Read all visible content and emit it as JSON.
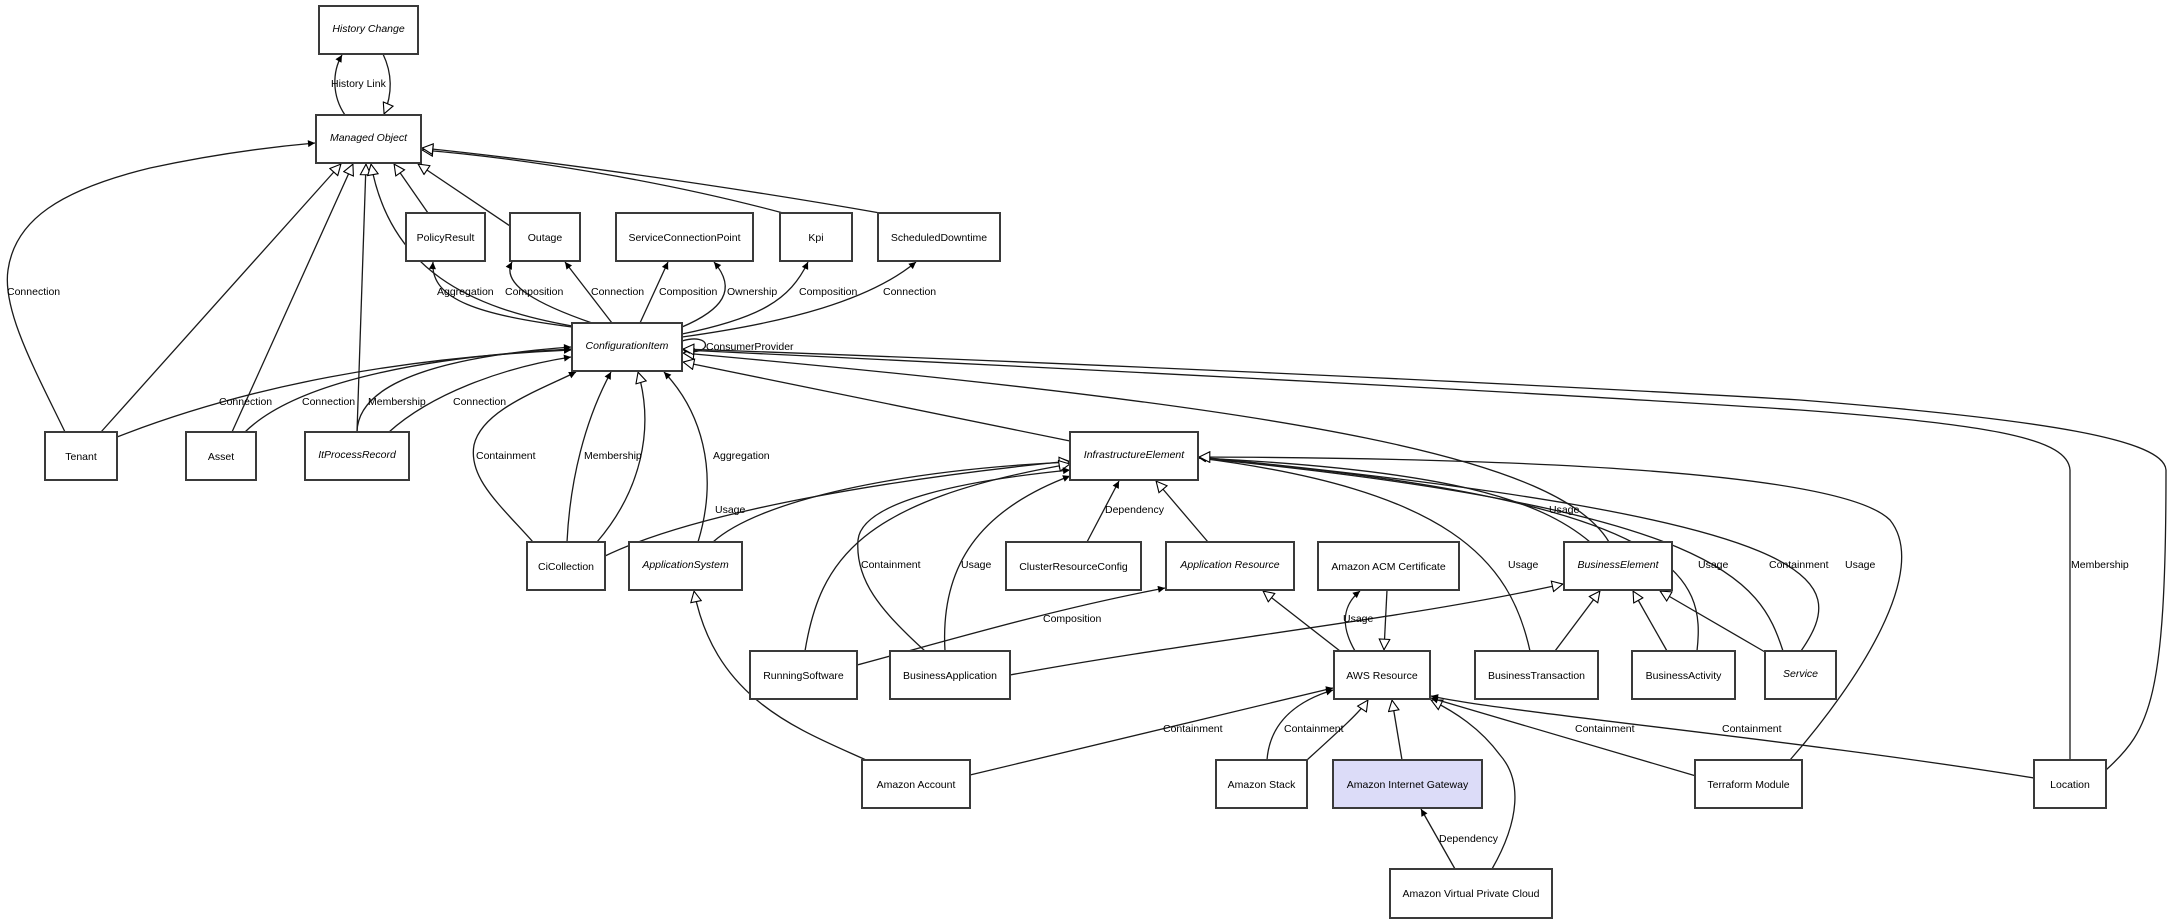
{
  "colors": {
    "node_fill": "#ffffff",
    "selected_fill": "#dcdcf8",
    "stroke": "#3a3a3a"
  },
  "nodes": {
    "history_change": {
      "label": "History Change",
      "abstract": true
    },
    "managed_object": {
      "label": "Managed Object",
      "abstract": true
    },
    "policy_result": {
      "label": "PolicyResult",
      "abstract": false
    },
    "outage": {
      "label": "Outage",
      "abstract": false
    },
    "service_connection_point": {
      "label": "ServiceConnectionPoint",
      "abstract": false
    },
    "kpi": {
      "label": "Kpi",
      "abstract": false
    },
    "scheduled_downtime": {
      "label": "ScheduledDowntime",
      "abstract": false
    },
    "configuration_item": {
      "label": "ConfigurationItem",
      "abstract": true
    },
    "tenant": {
      "label": "Tenant",
      "abstract": false
    },
    "asset": {
      "label": "Asset",
      "abstract": false
    },
    "it_process_record": {
      "label": "ItProcessRecord",
      "abstract": true
    },
    "ci_collection": {
      "label": "CiCollection",
      "abstract": false
    },
    "application_system": {
      "label": "ApplicationSystem",
      "abstract": true
    },
    "infrastructure_element": {
      "label": "InfrastructureElement",
      "abstract": true
    },
    "cluster_resource_config": {
      "label": "ClusterResourceConfig",
      "abstract": false
    },
    "application_resource": {
      "label": "Application Resource",
      "abstract": true
    },
    "amazon_acm_certificate": {
      "label": "Amazon ACM Certificate",
      "abstract": false
    },
    "business_element": {
      "label": "BusinessElement",
      "abstract": true
    },
    "running_software": {
      "label": "RunningSoftware",
      "abstract": false
    },
    "business_application": {
      "label": "BusinessApplication",
      "abstract": false
    },
    "aws_resource": {
      "label": "AWS Resource",
      "abstract": false
    },
    "business_transaction": {
      "label": "BusinessTransaction",
      "abstract": false
    },
    "business_activity": {
      "label": "BusinessActivity",
      "abstract": false
    },
    "service": {
      "label": "Service",
      "abstract": true
    },
    "amazon_account": {
      "label": "Amazon Account",
      "abstract": false
    },
    "amazon_stack": {
      "label": "Amazon Stack",
      "abstract": false
    },
    "amazon_internet_gateway": {
      "label": "Amazon Internet Gateway",
      "abstract": false,
      "selected": true
    },
    "terraform_module": {
      "label": "Terraform Module",
      "abstract": false
    },
    "location": {
      "label": "Location",
      "abstract": false
    },
    "amazon_virtual_private_cloud": {
      "label": "Amazon Virtual Private Cloud",
      "abstract": false
    }
  },
  "edges": [
    {
      "from": "managed_object",
      "to": "history_change",
      "label": "History Link",
      "kind": "association"
    },
    {
      "from": "history_change",
      "to": "managed_object",
      "label": "",
      "kind": "generalization"
    },
    {
      "from": "tenant",
      "to": "managed_object",
      "label": "Connection",
      "kind": "association"
    },
    {
      "from": "tenant",
      "to": "managed_object",
      "label": "",
      "kind": "generalization"
    },
    {
      "from": "asset",
      "to": "managed_object",
      "label": "",
      "kind": "generalization"
    },
    {
      "from": "it_process_record",
      "to": "managed_object",
      "label": "",
      "kind": "generalization"
    },
    {
      "from": "configuration_item",
      "to": "managed_object",
      "label": "",
      "kind": "generalization"
    },
    {
      "from": "policy_result",
      "to": "managed_object",
      "label": "",
      "kind": "generalization"
    },
    {
      "from": "outage",
      "to": "managed_object",
      "label": "",
      "kind": "generalization"
    },
    {
      "from": "kpi",
      "to": "managed_object",
      "label": "",
      "kind": "generalization"
    },
    {
      "from": "scheduled_downtime",
      "to": "managed_object",
      "label": "",
      "kind": "generalization"
    },
    {
      "from": "configuration_item",
      "to": "policy_result",
      "label": "Aggregation",
      "kind": "association"
    },
    {
      "from": "configuration_item",
      "to": "outage",
      "label": "Composition",
      "kind": "association"
    },
    {
      "from": "configuration_item",
      "to": "outage",
      "label": "Connection",
      "kind": "association"
    },
    {
      "from": "configuration_item",
      "to": "service_connection_point",
      "label": "Composition",
      "kind": "association"
    },
    {
      "from": "configuration_item",
      "to": "service_connection_point",
      "label": "Ownership",
      "kind": "association"
    },
    {
      "from": "configuration_item",
      "to": "kpi",
      "label": "Composition",
      "kind": "association"
    },
    {
      "from": "configuration_item",
      "to": "scheduled_downtime",
      "label": "Connection",
      "kind": "association"
    },
    {
      "from": "configuration_item",
      "to": "configuration_item",
      "label": "ConsumerProvider",
      "kind": "association"
    },
    {
      "from": "tenant",
      "to": "configuration_item",
      "label": "Connection",
      "kind": "association"
    },
    {
      "from": "asset",
      "to": "configuration_item",
      "label": "Connection",
      "kind": "association"
    },
    {
      "from": "it_process_record",
      "to": "configuration_item",
      "label": "Membership",
      "kind": "association"
    },
    {
      "from": "it_process_record",
      "to": "configuration_item",
      "label": "Connection",
      "kind": "association"
    },
    {
      "from": "ci_collection",
      "to": "configuration_item",
      "label": "Containment",
      "kind": "association"
    },
    {
      "from": "ci_collection",
      "to": "configuration_item",
      "label": "Membership",
      "kind": "association"
    },
    {
      "from": "ci_collection",
      "to": "configuration_item",
      "label": "",
      "kind": "generalization"
    },
    {
      "from": "application_system",
      "to": "configuration_item",
      "label": "Aggregation",
      "kind": "association"
    },
    {
      "from": "infrastructure_element",
      "to": "configuration_item",
      "label": "",
      "kind": "generalization"
    },
    {
      "from": "business_element",
      "to": "configuration_item",
      "label": "",
      "kind": "generalization"
    },
    {
      "from": "location",
      "to": "configuration_item",
      "label": "Membership",
      "kind": "association"
    },
    {
      "from": "location",
      "to": "configuration_item",
      "label": "",
      "kind": "generalization"
    },
    {
      "from": "ci_collection",
      "to": "infrastructure_element",
      "label": "Usage",
      "kind": "association"
    },
    {
      "from": "application_system",
      "to": "infrastructure_element",
      "label": "",
      "kind": "generalization"
    },
    {
      "from": "running_software",
      "to": "infrastructure_element",
      "label": "",
      "kind": "generalization"
    },
    {
      "from": "business_application",
      "to": "infrastructure_element",
      "label": "Containment",
      "kind": "association"
    },
    {
      "from": "business_application",
      "to": "infrastructure_element",
      "label": "Usage",
      "kind": "association"
    },
    {
      "from": "cluster_resource_config",
      "to": "infrastructure_element",
      "label": "Dependency",
      "kind": "association"
    },
    {
      "from": "application_resource",
      "to": "infrastructure_element",
      "label": "",
      "kind": "generalization"
    },
    {
      "from": "business_element",
      "to": "infrastructure_element",
      "label": "Usage",
      "kind": "association"
    },
    {
      "from": "business_transaction",
      "to": "infrastructure_element",
      "label": "Usage",
      "kind": "association"
    },
    {
      "from": "business_activity",
      "to": "infrastructure_element",
      "label": "Usage",
      "kind": "association"
    },
    {
      "from": "service",
      "to": "infrastructure_element",
      "label": "Containment",
      "kind": "association"
    },
    {
      "from": "service",
      "to": "infrastructure_element",
      "label": "Usage",
      "kind": "association"
    },
    {
      "from": "terraform_module",
      "to": "infrastructure_element",
      "label": "",
      "kind": "generalization"
    },
    {
      "from": "business_transaction",
      "to": "business_element",
      "label": "",
      "kind": "generalization"
    },
    {
      "from": "business_activity",
      "to": "business_element",
      "label": "",
      "kind": "generalization"
    },
    {
      "from": "service",
      "to": "business_element",
      "label": "",
      "kind": "generalization"
    },
    {
      "from": "business_application",
      "to": "business_element",
      "label": "",
      "kind": "generalization"
    },
    {
      "from": "running_software",
      "to": "application_resource",
      "label": "Composition",
      "kind": "association"
    },
    {
      "from": "aws_resource",
      "to": "application_resource",
      "label": "",
      "kind": "generalization"
    },
    {
      "from": "aws_resource",
      "to": "amazon_acm_certificate",
      "label": "Usage",
      "kind": "association"
    },
    {
      "from": "amazon_acm_certificate",
      "to": "aws_resource",
      "label": "",
      "kind": "generalization"
    },
    {
      "from": "amazon_account",
      "to": "aws_resource",
      "label": "Containment",
      "kind": "association"
    },
    {
      "from": "amazon_stack",
      "to": "aws_resource",
      "label": "Containment",
      "kind": "association"
    },
    {
      "from": "amazon_stack",
      "to": "aws_resource",
      "label": "",
      "kind": "generalization"
    },
    {
      "from": "amazon_internet_gateway",
      "to": "aws_resource",
      "label": "",
      "kind": "generalization"
    },
    {
      "from": "amazon_virtual_private_cloud",
      "to": "aws_resource",
      "label": "",
      "kind": "generalization"
    },
    {
      "from": "amazon_virtual_private_cloud",
      "to": "amazon_internet_gateway",
      "label": "Dependency",
      "kind": "association"
    },
    {
      "from": "terraform_module",
      "to": "aws_resource",
      "label": "Containment",
      "kind": "association"
    },
    {
      "from": "location",
      "to": "aws_resource",
      "label": "Containment",
      "kind": "association"
    },
    {
      "from": "amazon_account",
      "to": "application_system",
      "label": "",
      "kind": "generalization"
    }
  ]
}
